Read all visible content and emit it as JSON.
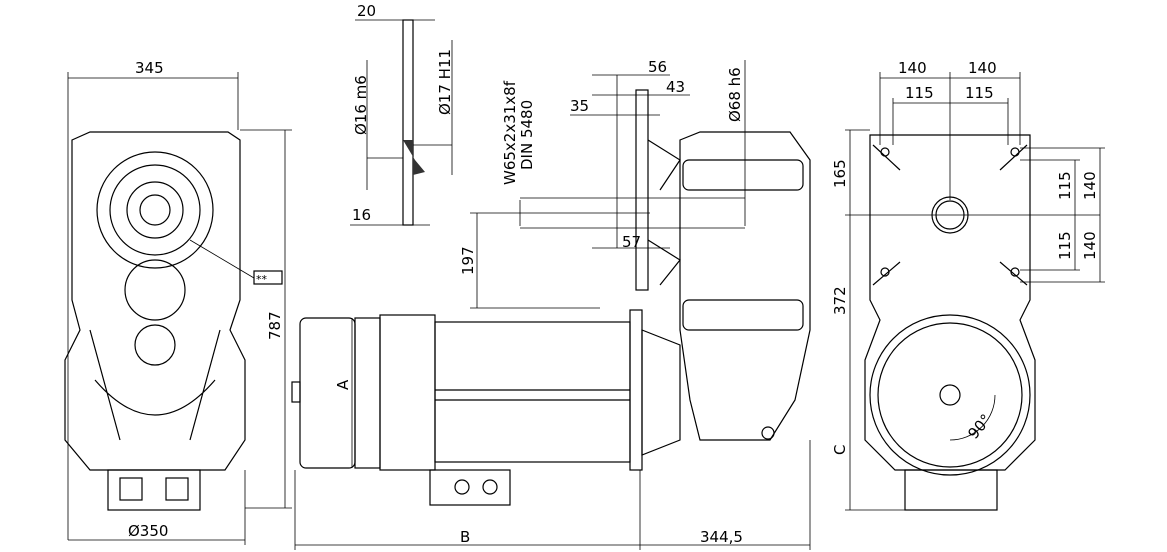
{
  "dimensions": {
    "front_width": "345",
    "front_height": "787",
    "front_diameter": "Ø350",
    "marker": "**",
    "shaft_20": "20",
    "shaft_d16": "Ø16 m6",
    "shaft_d17": "Ø17 H11",
    "shaft_16": "16",
    "spline_1": "W65x2x31x8f",
    "spline_2": "DIN 5480",
    "d56": "56",
    "d43": "43",
    "d35": "35",
    "d57": "57",
    "d68": "Ø68 h6",
    "d197": "197",
    "label_A": "A",
    "label_B": "B",
    "d344": "344,5",
    "r140a": "140",
    "r140b": "140",
    "r115a": "115",
    "r115b": "115",
    "r165": "165",
    "r372": "372",
    "label_C": "C",
    "v115a": "115",
    "v140a": "140",
    "v115b": "115",
    "v140b": "140",
    "angle": "90°"
  }
}
